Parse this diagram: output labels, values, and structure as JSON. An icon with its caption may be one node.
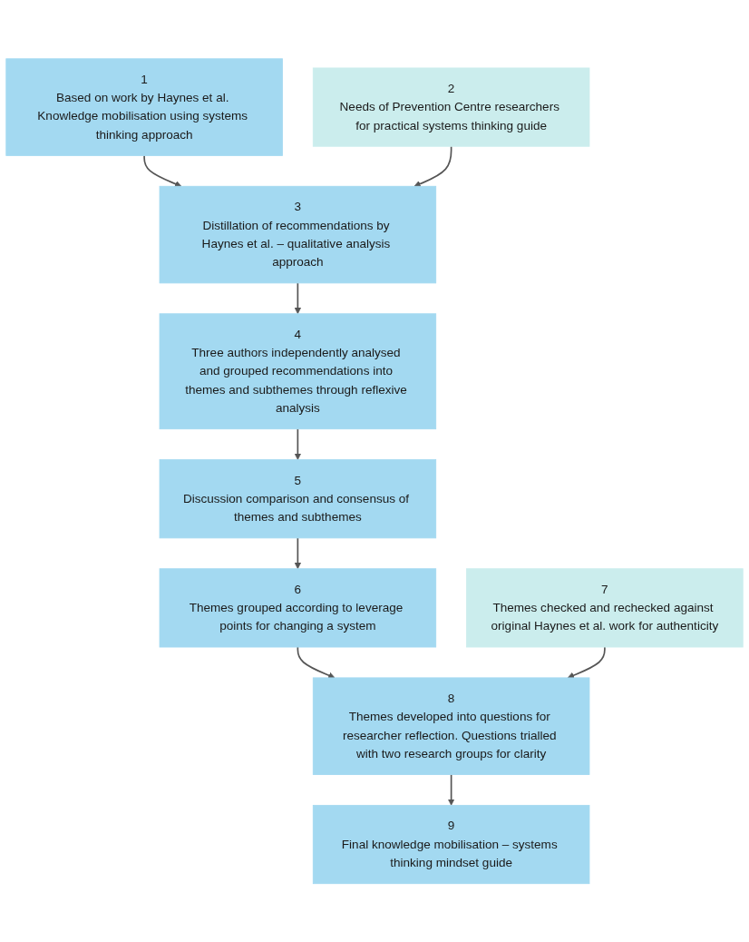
{
  "diagram": {
    "nodes": [
      {
        "text": [
          "1",
          "Based on work by Haynes et al. Knowledge mobilisation using systems thinking approach"
        ]
      },
      {
        "text": [
          "2",
          "Needs of Prevention Centre researchers for practical systems thinking guide"
        ]
      },
      {
        "text": [
          "3",
          "Distillation of recommendations by Haynes et al. – qualitative analysis approach"
        ]
      },
      {
        "text": [
          "4",
          "Three authors independently analysed and grouped recommendations into themes and subthemes through reflexive analysis"
        ]
      },
      {
        "text": [
          "5",
          "Discussion comparison and consensus of themes and subthemes"
        ]
      },
      {
        "text": [
          "6",
          "Themes grouped according to leverage points for changing a system"
        ]
      },
      {
        "text": [
          "7",
          "Themes checked and rechecked against original Haynes et al. work for authenticity"
        ]
      },
      {
        "text": [
          "8",
          "Themes developed into questions for researcher reflection. Questions trialled with two research groups for clarity"
        ]
      },
      {
        "text": [
          "9",
          "Final knowledge mobilisation – systems thinking mindset guide"
        ]
      }
    ],
    "edges": [
      {
        "from": 0,
        "to": 2,
        "arrow": "to"
      },
      {
        "from": 1,
        "to": 2,
        "arrow": "to"
      },
      {
        "from": 2,
        "to": 3,
        "arrow": "to"
      },
      {
        "from": 3,
        "to": 4,
        "arrow": "to"
      },
      {
        "from": 4,
        "to": 5,
        "arrow": "to"
      },
      {
        "from": 5,
        "to": 7,
        "arrow": "to"
      },
      {
        "from": 6,
        "to": 7,
        "arrow": "to"
      },
      {
        "from": 7,
        "to": 8,
        "arrow": "to"
      }
    ]
  }
}
